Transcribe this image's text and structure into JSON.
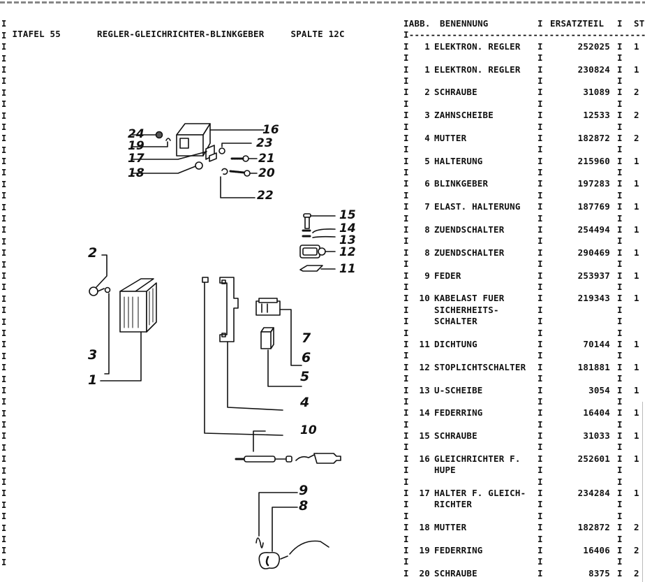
{
  "header": {
    "tafel_label": "ITAFEL 55",
    "title": "REGLER-GLEICHRICHTER-BLINKGEBER",
    "spalte": "SPALTE 12C",
    "margin_char": "I"
  },
  "table": {
    "columns": {
      "lead": "IABB.",
      "benennung": "BENENNUNG",
      "sep": "I",
      "ersatzteil": "ERSATZTEIL",
      "st": "ST"
    },
    "rule": "I----------------------------------------------------",
    "rows": [
      {
        "abb": "1",
        "name": [
          "ELEKTRON. REGLER"
        ],
        "part": "252025",
        "qty": "1"
      },
      {
        "abb": "1",
        "name": [
          "ELEKTRON. REGLER"
        ],
        "part": "230824",
        "qty": "1"
      },
      {
        "abb": "2",
        "name": [
          "SCHRAUBE"
        ],
        "part": "31089",
        "qty": "2"
      },
      {
        "abb": "3",
        "name": [
          "ZAHNSCHEIBE"
        ],
        "part": "12533",
        "qty": "2"
      },
      {
        "abb": "4",
        "name": [
          "MUTTER"
        ],
        "part": "182872",
        "qty": "2"
      },
      {
        "abb": "5",
        "name": [
          "HALTERUNG"
        ],
        "part": "215960",
        "qty": "1"
      },
      {
        "abb": "6",
        "name": [
          "BLINKGEBER"
        ],
        "part": "197283",
        "qty": "1"
      },
      {
        "abb": "7",
        "name": [
          "ELAST. HALTERUNG"
        ],
        "part": "187769",
        "qty": "1"
      },
      {
        "abb": "8",
        "name": [
          "ZUENDSCHALTER"
        ],
        "part": "254494",
        "qty": "1"
      },
      {
        "abb": "8",
        "name": [
          "ZUENDSCHALTER"
        ],
        "part": "290469",
        "qty": "1"
      },
      {
        "abb": "9",
        "name": [
          "FEDER"
        ],
        "part": "253937",
        "qty": "1"
      },
      {
        "abb": "10",
        "name": [
          "KABELAST FUER",
          "SICHERHEITS-",
          "SCHALTER"
        ],
        "part": "219343",
        "qty": "1"
      },
      {
        "abb": "11",
        "name": [
          "DICHTUNG"
        ],
        "part": "70144",
        "qty": "1"
      },
      {
        "abb": "12",
        "name": [
          "STOPLICHTSCHALTER"
        ],
        "part": "181881",
        "qty": "1"
      },
      {
        "abb": "13",
        "name": [
          "U-SCHEIBE"
        ],
        "part": "3054",
        "qty": "1"
      },
      {
        "abb": "14",
        "name": [
          "FEDERRING"
        ],
        "part": "16404",
        "qty": "1"
      },
      {
        "abb": "15",
        "name": [
          "SCHRAUBE"
        ],
        "part": "31033",
        "qty": "1"
      },
      {
        "abb": "16",
        "name": [
          "GLEICHRICHTER F.",
          "HUPE"
        ],
        "part": "252601",
        "qty": "1"
      },
      {
        "abb": "17",
        "name": [
          "HALTER F. GLEICH-",
          "RICHTER"
        ],
        "part": "234284",
        "qty": "1"
      },
      {
        "abb": "18",
        "name": [
          "MUTTER"
        ],
        "part": "182872",
        "qty": "2"
      },
      {
        "abb": "19",
        "name": [
          "FEDERRING"
        ],
        "part": "16406",
        "qty": "2"
      },
      {
        "abb": "20",
        "name": [
          "SCHRAUBE"
        ],
        "part": "8375",
        "qty": "2"
      }
    ]
  },
  "diagram": {
    "callouts": [
      "1",
      "2",
      "3",
      "4",
      "5",
      "6",
      "7",
      "8",
      "9",
      "10",
      "11",
      "12",
      "13",
      "14",
      "15",
      "16",
      "17",
      "18",
      "19",
      "20",
      "21",
      "22",
      "23",
      "24"
    ]
  }
}
